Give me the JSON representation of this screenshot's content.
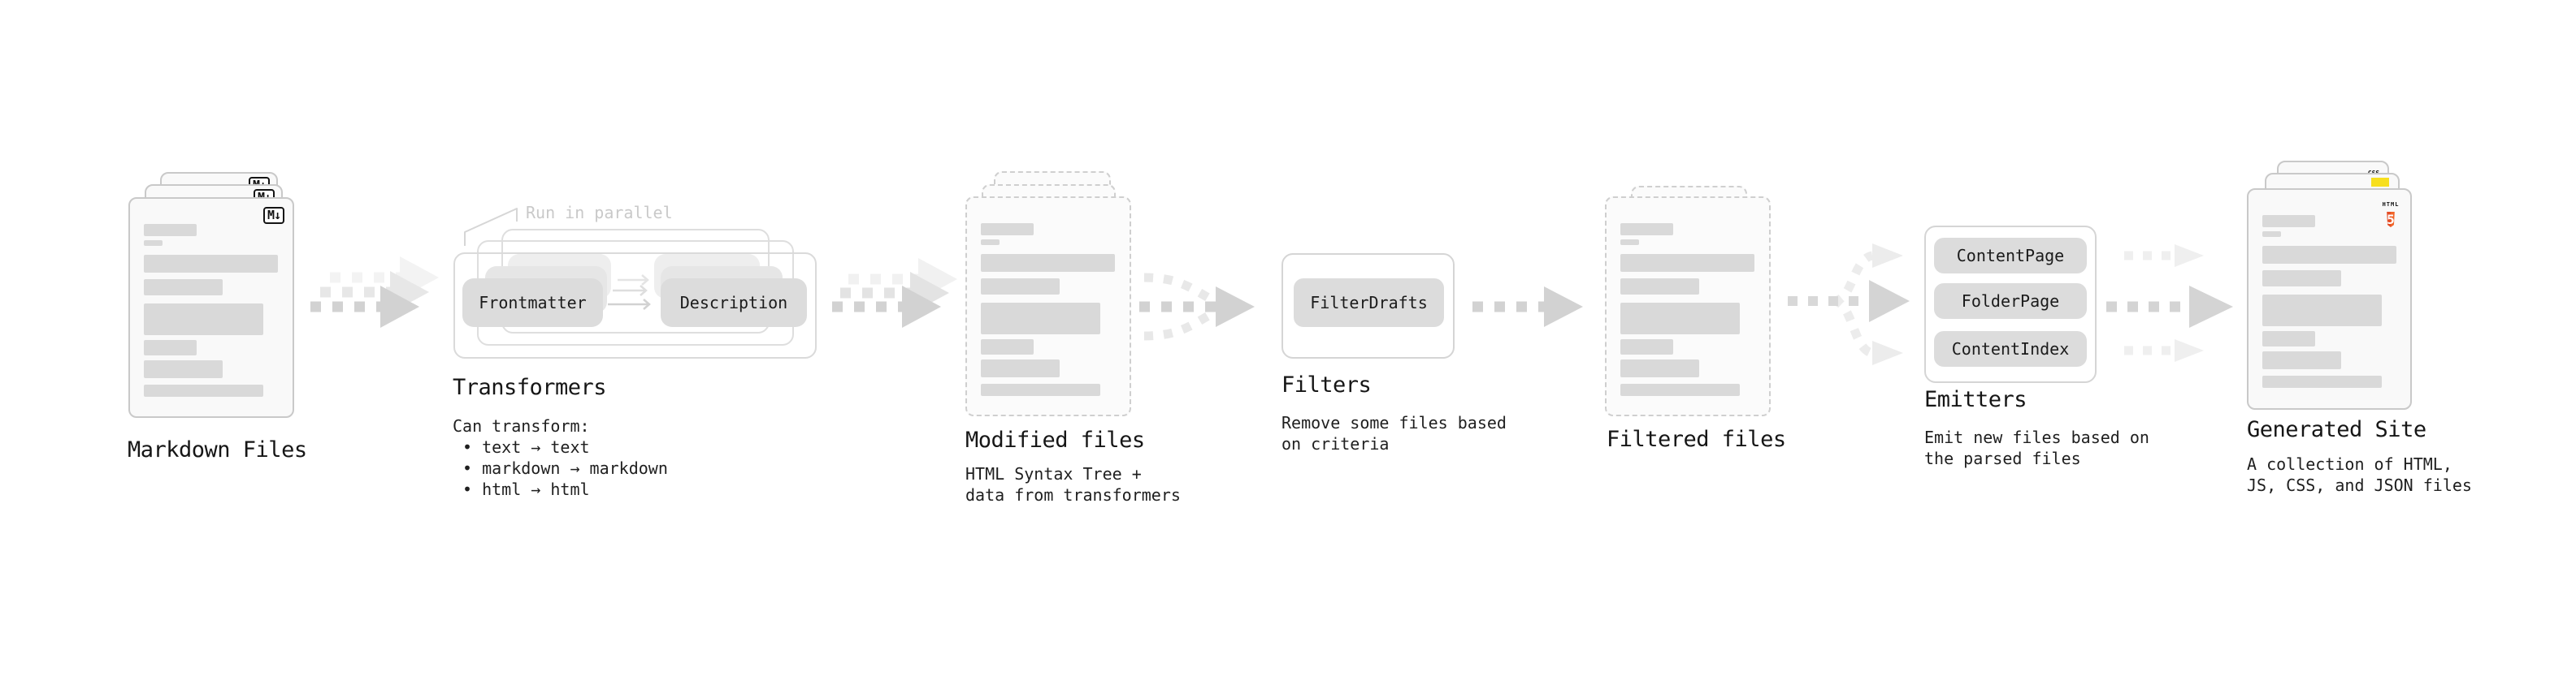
{
  "colors": {
    "html5_orange": "#E44D26",
    "html5_orange_light": "#F16529",
    "js_yellow": "#F7DF1E",
    "css_blue": "#2965F1",
    "ink": "#1B1B1B",
    "muted_note": "#C9C9C9",
    "arrow_gray": "#D2D2D2"
  },
  "markdown": {
    "title": "Markdown Files",
    "badge_icon": "M↓"
  },
  "transformers": {
    "note": "Run in parallel",
    "pill_left": "Frontmatter",
    "pill_right": "Description",
    "title": "Transformers",
    "caption_heading": "Can transform:",
    "bullets": [
      "• text → text",
      "• markdown → markdown",
      "• html → html"
    ]
  },
  "modified": {
    "title": "Modified files",
    "caption": [
      "HTML Syntax Tree +",
      "data from transformers"
    ]
  },
  "filters": {
    "title": "Filters",
    "pill": "FilterDrafts",
    "caption": [
      "Remove some files based",
      "on criteria"
    ]
  },
  "filtered": {
    "title": "Filtered files"
  },
  "emitters": {
    "title": "Emitters",
    "pills": [
      "ContentPage",
      "FolderPage",
      "ContentIndex"
    ],
    "caption": [
      "Emit new files based on",
      "the parsed files"
    ]
  },
  "generated": {
    "title": "Generated Site",
    "caption": [
      "A collection of HTML,",
      "JS, CSS, and JSON files"
    ],
    "css_badge": "CSS",
    "html_badge_label": "HTML",
    "html_badge_number": "5"
  }
}
